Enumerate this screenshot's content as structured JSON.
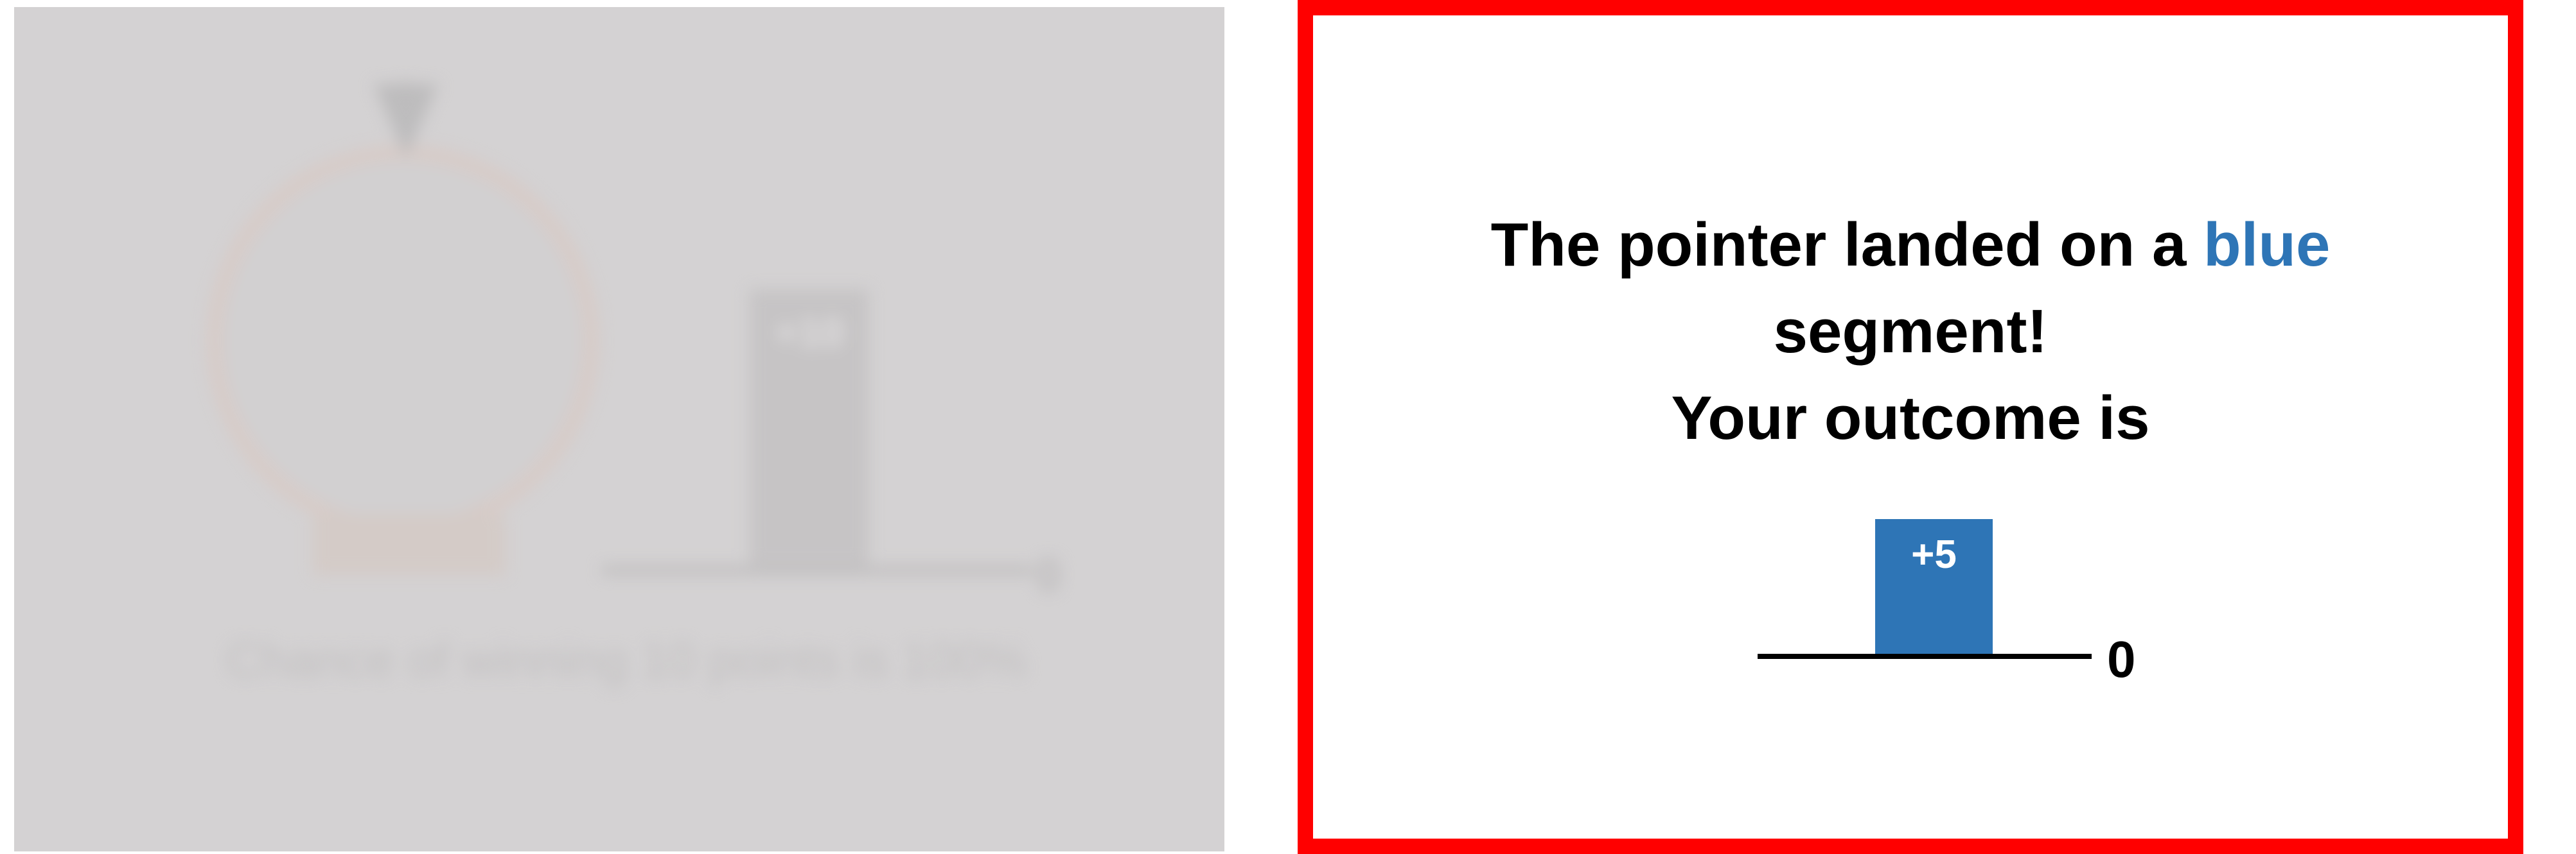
{
  "left_panel": {
    "bar_label": "+10",
    "axis_zero": "0",
    "caption": "Chance of winning 10 points is 100%"
  },
  "right_panel": {
    "message_line1_prefix": "The pointer landed on a ",
    "message_color_word": "blue",
    "message_line2": "segment!",
    "message_line3": "Your outcome is",
    "bar_label": "+5",
    "axis_zero": "0"
  },
  "colors": {
    "border": "#ff0000",
    "bar": "#2e75b6",
    "left_panel_bg": "#d4d2d3"
  }
}
